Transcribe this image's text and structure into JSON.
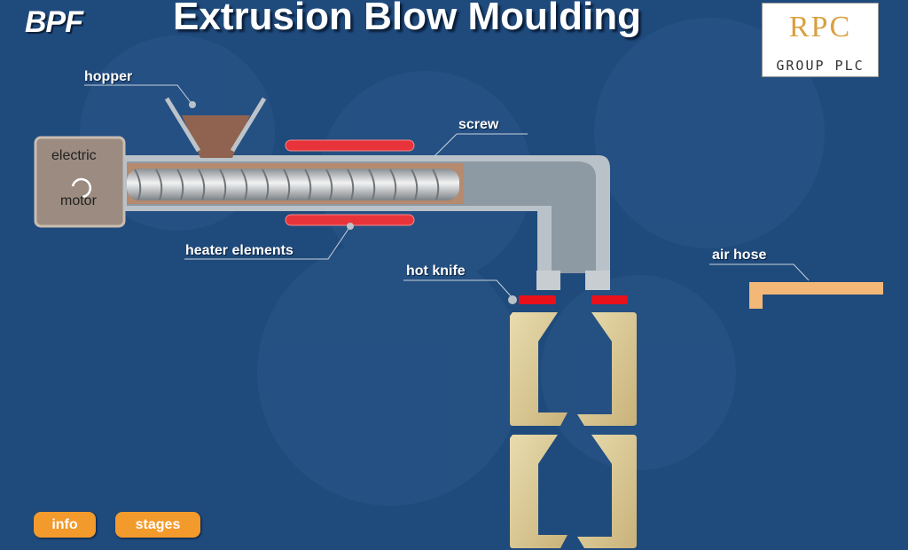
{
  "header": {
    "brand": "BPF",
    "title": "Extrusion Blow Moulding",
    "logo": {
      "mark": "RPC",
      "subtitle": "GROUP PLC"
    }
  },
  "labels": {
    "hopper": "hopper",
    "screw": "screw",
    "motor_line1": "electric",
    "motor_line2": "motor",
    "heater": "heater elements",
    "hot_knife": "hot knife",
    "air_hose": "air hose"
  },
  "buttons": {
    "info": "info",
    "stages": "stages"
  },
  "colors": {
    "background": "#1f4a7c",
    "heater": "#e8333a",
    "knife": "#e8111a",
    "mould": "#d9c48e",
    "air_hose": "#f3b877",
    "button": "#f39a2c"
  }
}
